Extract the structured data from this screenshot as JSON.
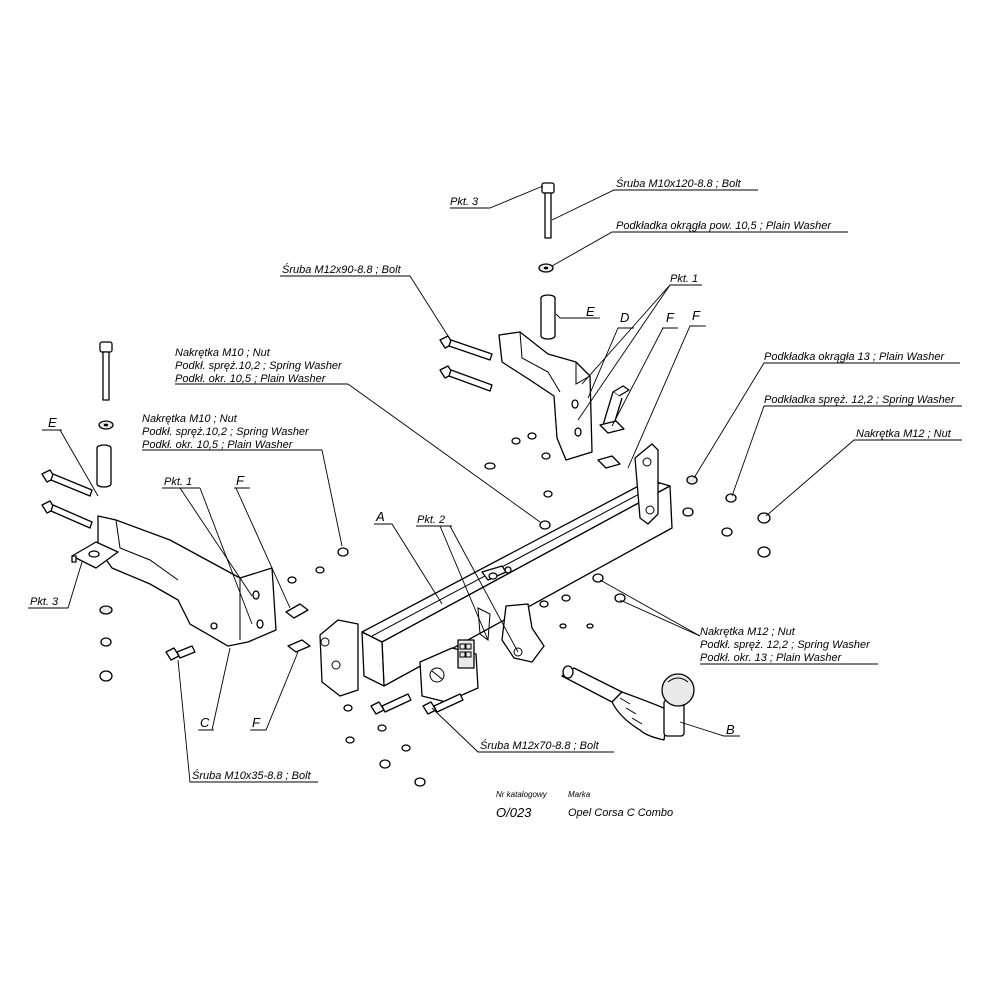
{
  "labels": {
    "bolt_m10x120": "Śruba M10x120-8.8 ;  Bolt",
    "pkt3_top": "Pkt. 3",
    "washer_10_5_top": "Podkładka okrągła pow. 10,5 ; Plain Washer",
    "bolt_m12x90": "Śruba M12x90-8.8 ;  Bolt",
    "pkt1_top": "Pkt. 1",
    "e_top": "E",
    "d_top": "D",
    "f_top1": "F",
    "f_top2": "F",
    "nut_m10_a": "Nakrętka  M10 ; Nut",
    "spring_10_2_a": "Podkł. spręż.10,2 ; Spring Washer",
    "plain_10_5_a": "Podkł. okr. 10,5 ; Plain Washer",
    "nut_m10_b": "Nakrętka  M10 ; Nut",
    "spring_10_2_b": "Podkł. spręż.10,2 ; Spring Washer",
    "plain_10_5_b": "Podkł. okr. 10,5 ; Plain Washer",
    "washer_13": "Podkładka okrągła 13 ; Plain Washer",
    "spring_12_2": "Podkładka spręż. 12,2 ; Spring Washer",
    "nut_m12": "Nakrętka  M12 ; Nut",
    "e_left": "E",
    "pkt1_left": "Pkt. 1",
    "f_left": "F",
    "a_label": "A",
    "pkt2": "Pkt. 2",
    "pkt3_left": "Pkt. 3",
    "nut_m12_b": "Nakrętka  M12 ; Nut",
    "spring_12_2_b": "Podkł. spręż. 12,2 ; Spring Washer",
    "plain_13_b": "Podkł. okr. 13 ; Plain Washer",
    "b_label": "B",
    "c_label": "C",
    "f_bottom": "F",
    "bolt_m12x70": "Śruba M12x70-8.8 ;  Bolt",
    "bolt_m10x35": "Śruba M10x35-8.8 ;  Bolt"
  },
  "catalog": {
    "nr_label": "Nr katalogowy",
    "nr_value": "O/023",
    "brand_label": "Marka",
    "brand_value": "Opel  Corsa  C Combo"
  }
}
